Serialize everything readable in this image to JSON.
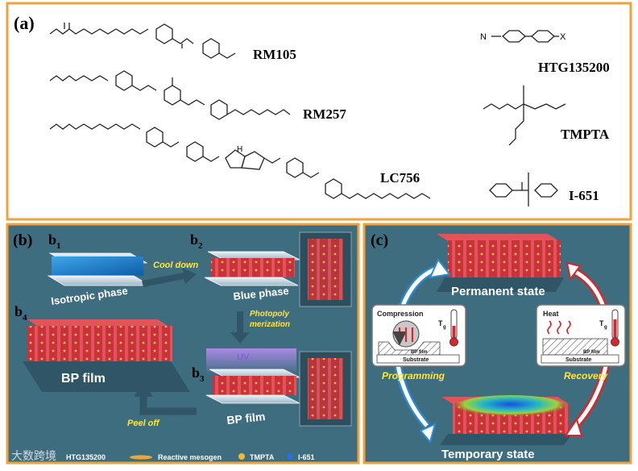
{
  "panel_a": {
    "label": "(a)",
    "molecules": [
      "RM105",
      "RM257",
      "LC756",
      "HTG135200",
      "TMPTA",
      "I-651"
    ],
    "atoms": {
      "nitrile": "N",
      "x_group": "X",
      "hydrogen": "H"
    }
  },
  "panel_b": {
    "label": "(b)",
    "sub_labels": {
      "b1": "b",
      "b1_sub": "1",
      "b2": "b",
      "b2_sub": "2",
      "b3": "b",
      "b3_sub": "3",
      "b4": "b",
      "b4_sub": "4"
    },
    "isotropic_phase": "Isotropic phase",
    "cool_down": "Cool down",
    "blue_phase": "Blue phase",
    "photopoly_1": "Photopoly",
    "photopoly_2": "merization",
    "uv": "UV",
    "bp_film_left": "BP film",
    "bp_film_right": "BP film",
    "peel_off": "Peel off",
    "legend": {
      "htg": "HTG135200",
      "reactive_mesogen": "Reactive mesogen",
      "tmpta": "TMPTA",
      "i651": "I-651"
    },
    "watermark": "大数跨境"
  },
  "panel_c": {
    "label": "(c)",
    "permanent_state": "Permanent state",
    "temporary_state": "Temporary state",
    "compression": "Compression",
    "heat": "Heat",
    "tg": "T",
    "tg_sub": "g",
    "bp_film": "BP film",
    "substrate": "Substrate",
    "programming": "Programming",
    "recovery": "Recovery"
  },
  "colors": {
    "frame_orange": "#f0a23c",
    "panel_bg": "#3f6d80",
    "film_red": "#c9323a",
    "arrow_blue": "#2a8bd6",
    "arrow_red": "#d8262b",
    "annotation_yellow": "#ffe83a"
  }
}
